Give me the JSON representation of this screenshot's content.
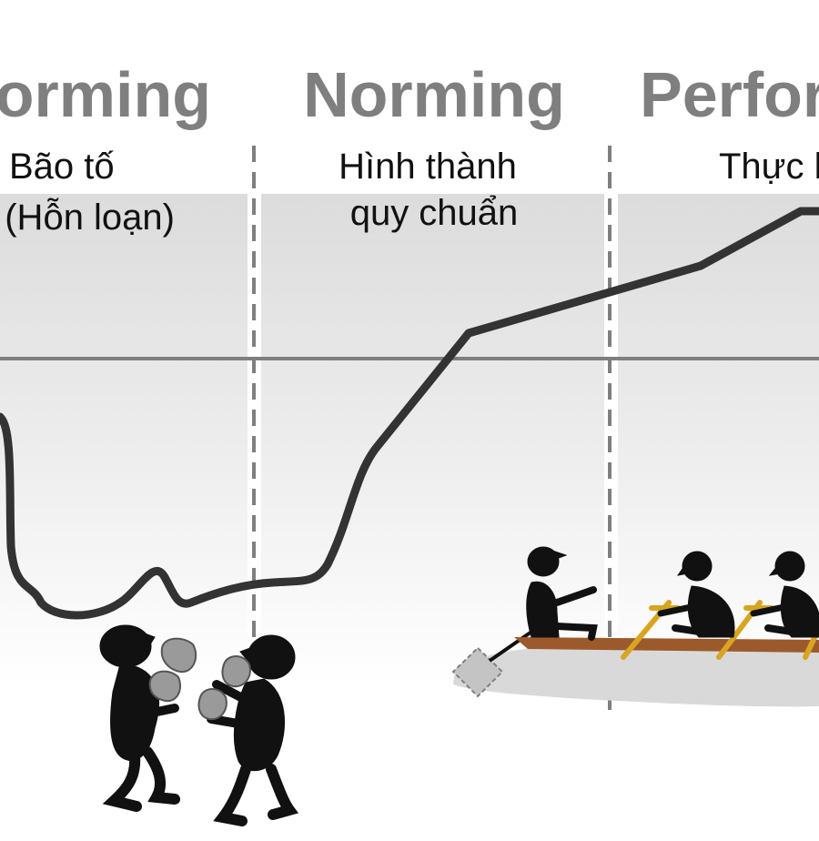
{
  "stages": [
    {
      "title": "Storming",
      "subtitle_line1": "Bão tố",
      "subtitle_line2": "(Hỗn loạn)"
    },
    {
      "title": "Norming",
      "subtitle_line1": "Hình thành",
      "subtitle_line2": "quy chuẩn"
    },
    {
      "title": "Performing",
      "subtitle_line1": "Thực hiện",
      "subtitle_line2": ""
    }
  ],
  "colors": {
    "stage_title": "#7f7f7f",
    "band": "#dcdcdc",
    "curve": "#333333",
    "baseline": "#7f7f7f",
    "divider": "#7f7f7f",
    "oars": "#d9a520",
    "boat": "#9c5a2c"
  },
  "icons": [
    "boxers-illustration",
    "rowing-team-illustration"
  ]
}
